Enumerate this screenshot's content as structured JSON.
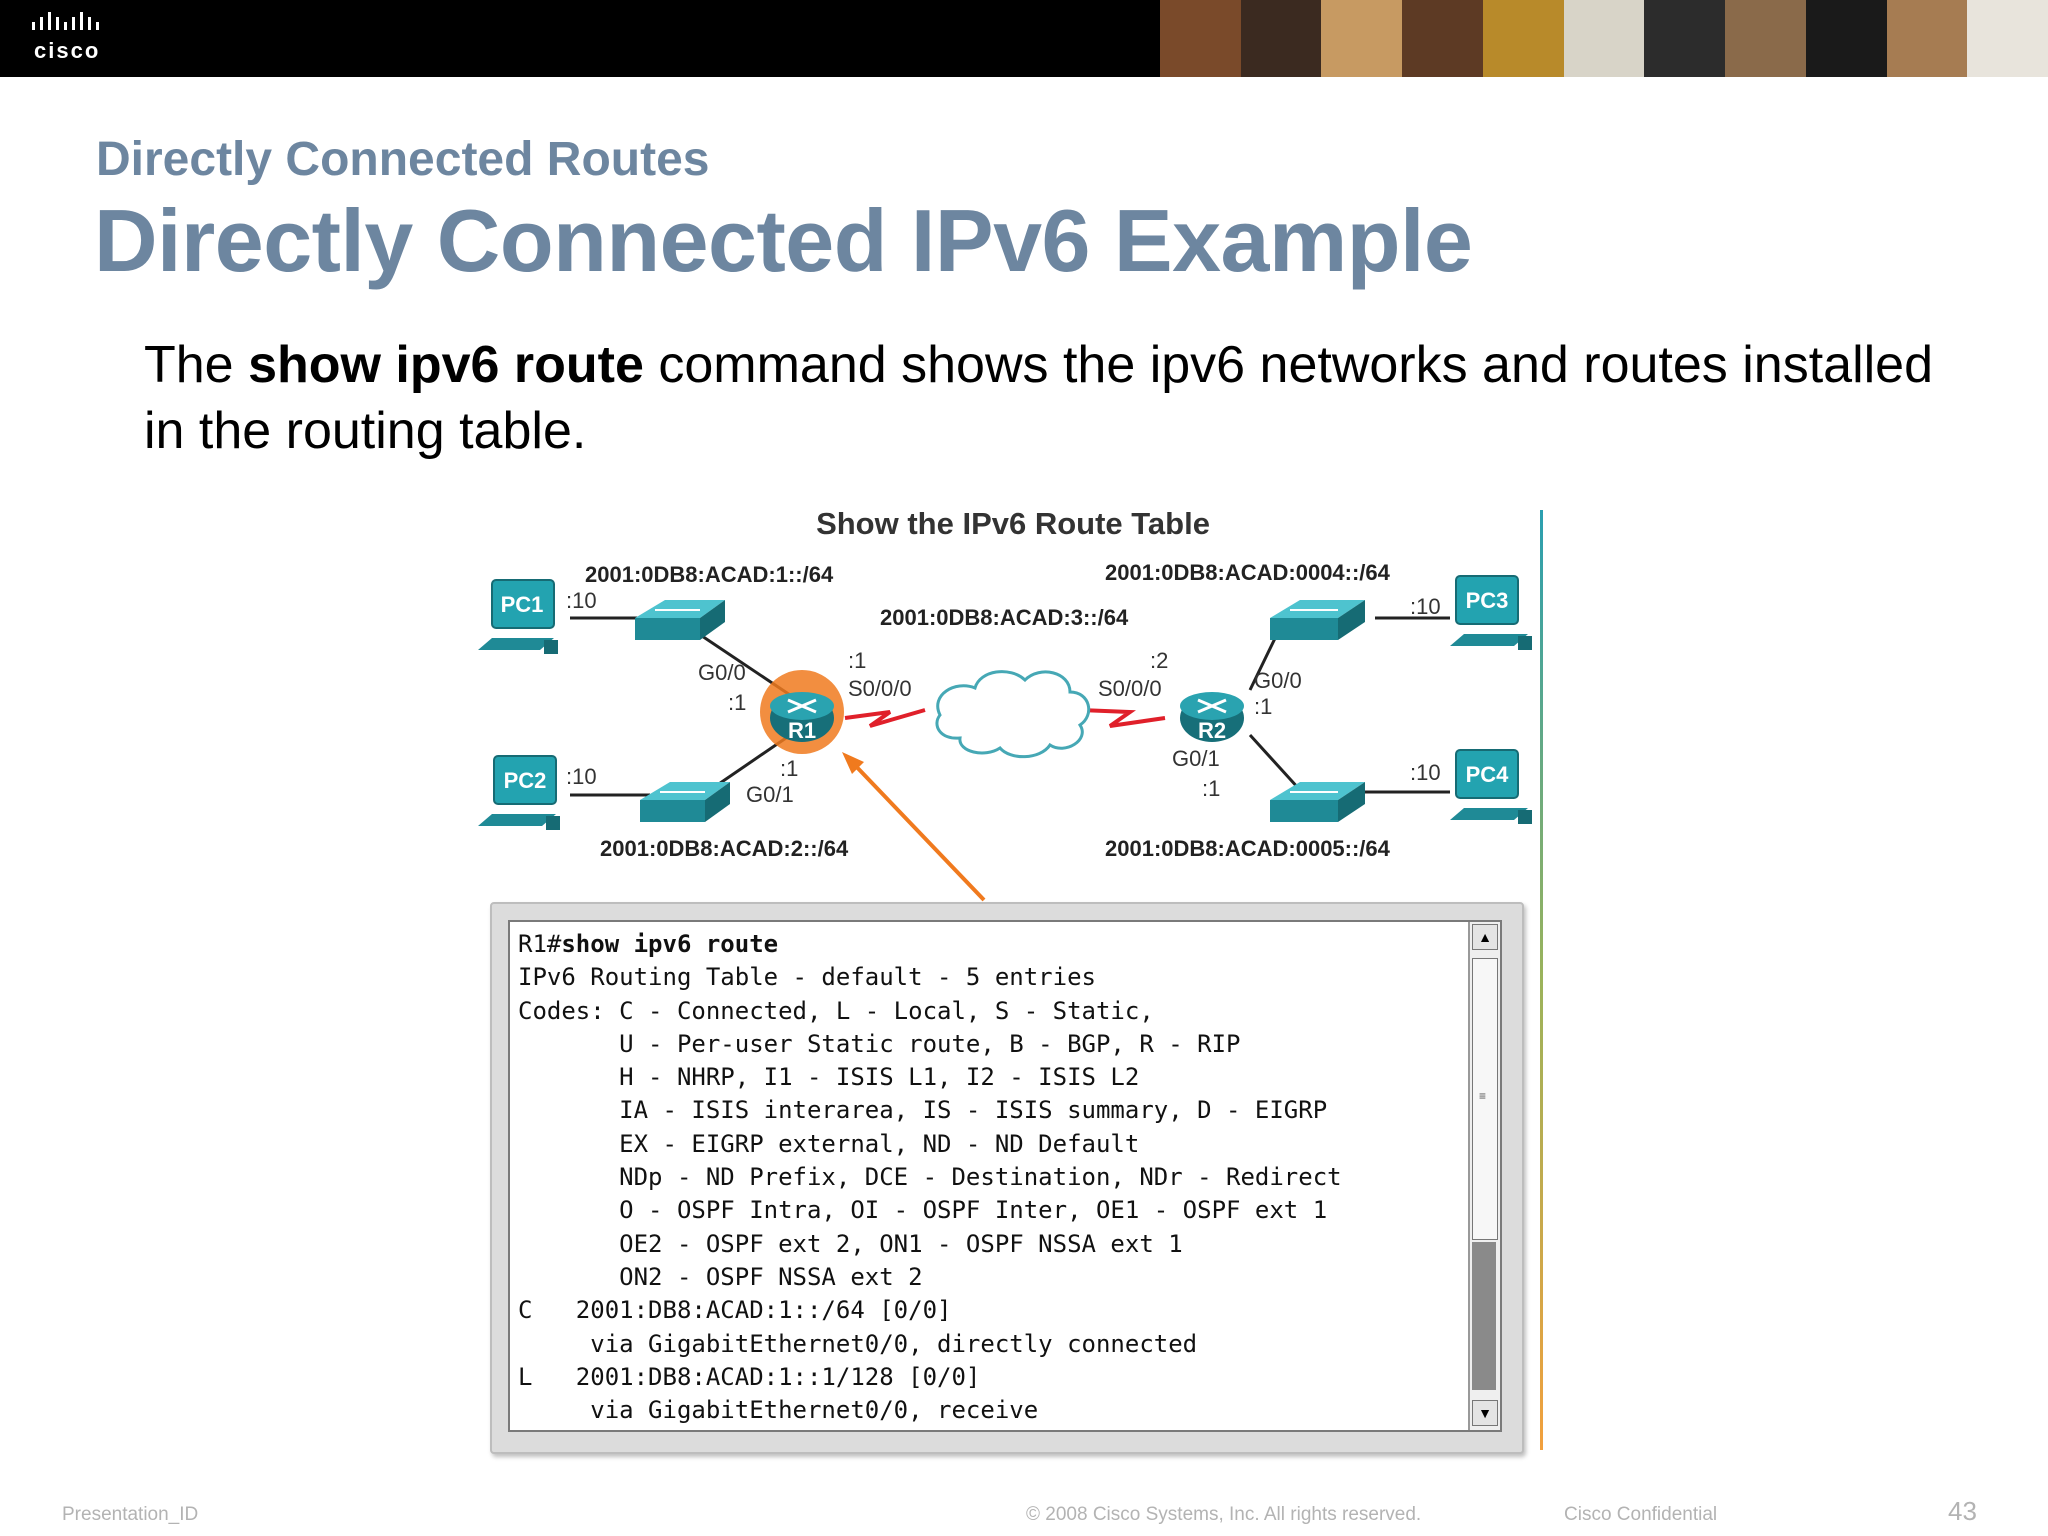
{
  "header": {
    "logo_text": "cisco",
    "photo_strip_colors": [
      "#7a4a2a",
      "#3b2a20",
      "#c79a62",
      "#5d3a24",
      "#b88a2a",
      "#d8d4c8",
      "#2c2c2c",
      "#8a6a4a",
      "#1a1a1a",
      "#a67c52",
      "#e8e4dc"
    ]
  },
  "slide": {
    "subtitle": "Directly Connected Routes",
    "title": "Directly Connected IPv6 Example",
    "body_prefix": "The ",
    "body_command": "show ipv6 route",
    "body_suffix": " command shows the ipv6 networks and routes installed in the routing table."
  },
  "diagram": {
    "title": "Show the IPv6 Route Table",
    "pc1": "PC1",
    "pc2": "PC2",
    "pc3": "PC3",
    "pc4": "PC4",
    "r1": "R1",
    "r2": "R2",
    "net_r1_g00": "2001:0DB8:ACAD:1::/64",
    "net_r1_g01": "2001:0DB8:ACAD:2::/64",
    "net_serial": "2001:0DB8:ACAD:3::/64",
    "net_r2_g00": "2001:0DB8:ACAD:0004::/64",
    "net_r2_g01": "2001:0DB8:ACAD:0005::/64",
    "host10": ":10",
    "host1": ":1",
    "host2": ":2",
    "g00": "G0/0",
    "g01": "G0/1",
    "s000": "S0/0/0",
    "router_color": "#1f8a96",
    "pc_color": "#23a3b0",
    "highlight_color": "#f07a1e",
    "serial_color": "#e0202a"
  },
  "terminal": {
    "prompt": "R1#",
    "command": "show ipv6 route",
    "lines": [
      "IPv6 Routing Table - default - 5 entries",
      "Codes: C - Connected, L - Local, S - Static,",
      "       U - Per-user Static route, B - BGP, R - RIP",
      "       H - NHRP, I1 - ISIS L1, I2 - ISIS L2",
      "       IA - ISIS interarea, IS - ISIS summary, D - EIGRP",
      "       EX - EIGRP external, ND - ND Default",
      "       NDp - ND Prefix, DCE - Destination, NDr - Redirect",
      "       O - OSPF Intra, OI - OSPF Inter, OE1 - OSPF ext 1",
      "       OE2 - OSPF ext 2, ON1 - OSPF NSSA ext 1",
      "       ON2 - OSPF NSSA ext 2",
      "C   2001:DB8:ACAD:1::/64 [0/0]",
      "     via GigabitEthernet0/0, directly connected",
      "L   2001:DB8:ACAD:1::1/128 [0/0]",
      "     via GigabitEthernet0/0, receive"
    ]
  },
  "footer": {
    "presentation_id": "Presentation_ID",
    "copyright": "© 2008 Cisco Systems, Inc. All rights reserved.",
    "confidential": "Cisco Confidential",
    "page": "43"
  }
}
